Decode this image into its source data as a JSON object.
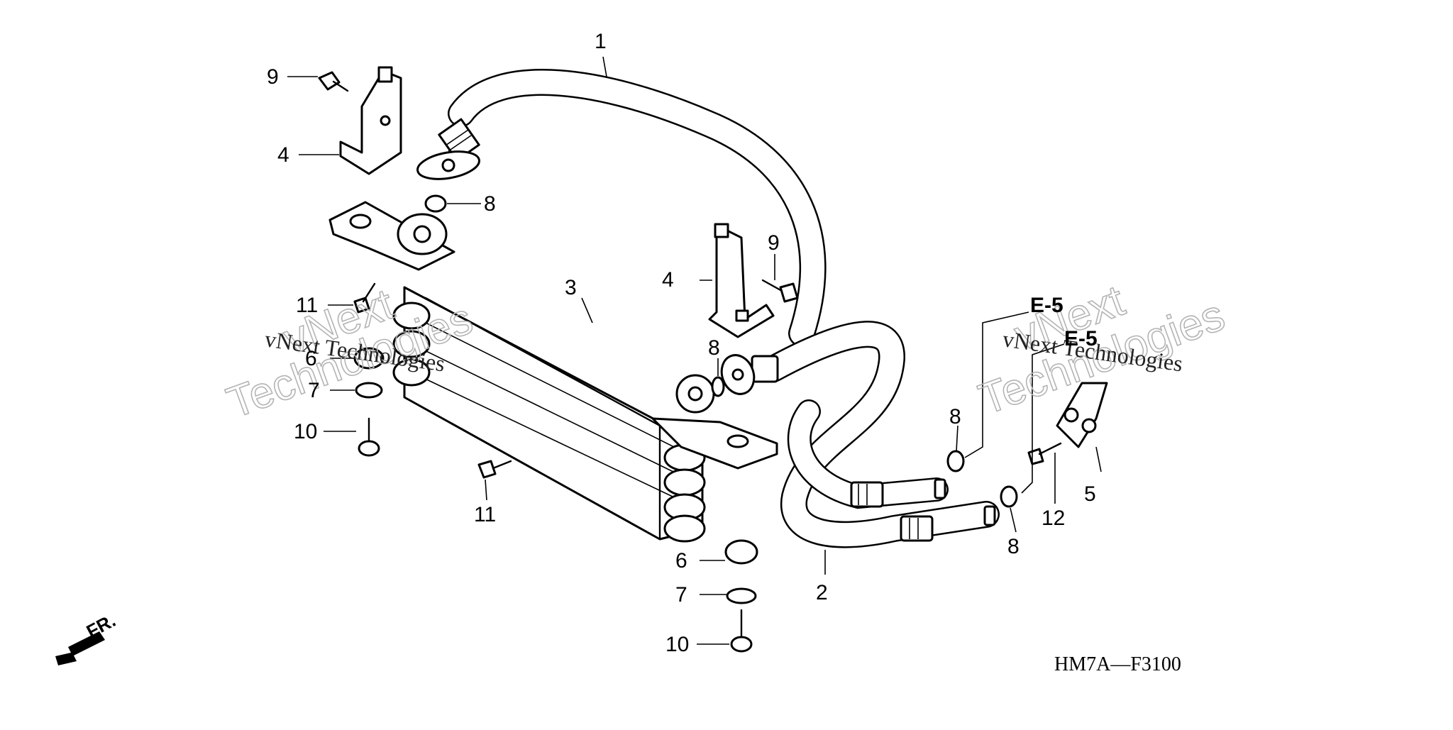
{
  "diagram": {
    "code": "HM7A—F3100",
    "front_marker": "FR.",
    "watermark": {
      "big_line1": "vNext",
      "big_line2": "Technologies",
      "small": "vNext Technologies"
    },
    "callouts": {
      "c1": "1",
      "c2": "2",
      "c3": "3",
      "c4a": "4",
      "c4b": "4",
      "c5": "5",
      "c6a": "6",
      "c6b": "6",
      "c7a": "7",
      "c7b": "7",
      "c8a": "8",
      "c8b": "8",
      "c8c": "8",
      "c8d": "8",
      "c9a": "9",
      "c9b": "9",
      "c10a": "10",
      "c10b": "10",
      "c11a": "11",
      "c11b": "11",
      "c12": "12"
    },
    "references": {
      "r1": "E-5",
      "r2": "E-5"
    }
  }
}
